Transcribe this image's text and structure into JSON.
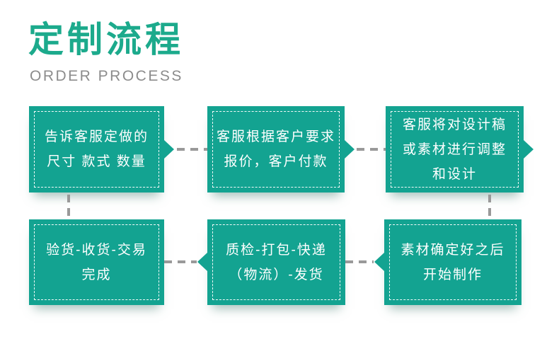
{
  "header": {
    "title": "定制流程",
    "subtitle": "ORDER PROCESS",
    "title_color": "#1caa8c",
    "subtitle_color": "#8c8c8c"
  },
  "flow": {
    "box_color": "#13a391",
    "box_border_color": "#ffffff",
    "text_color": "#ffffff",
    "connector_color": "#999999",
    "steps": [
      {
        "lines": [
          "告诉客服定做的",
          "尺寸 款式 数量"
        ]
      },
      {
        "lines": [
          "客服根据客户要求",
          "报价，客户付款"
        ]
      },
      {
        "lines": [
          "客服将对设计稿",
          "或素材进行调整",
          "和设计"
        ]
      },
      {
        "lines": [
          "验货-收货-交易",
          "完成"
        ]
      },
      {
        "lines": [
          "质检-打包-快递",
          "（物流）-发货"
        ]
      },
      {
        "lines": [
          "素材确定好之后",
          "开始制作"
        ]
      }
    ]
  }
}
